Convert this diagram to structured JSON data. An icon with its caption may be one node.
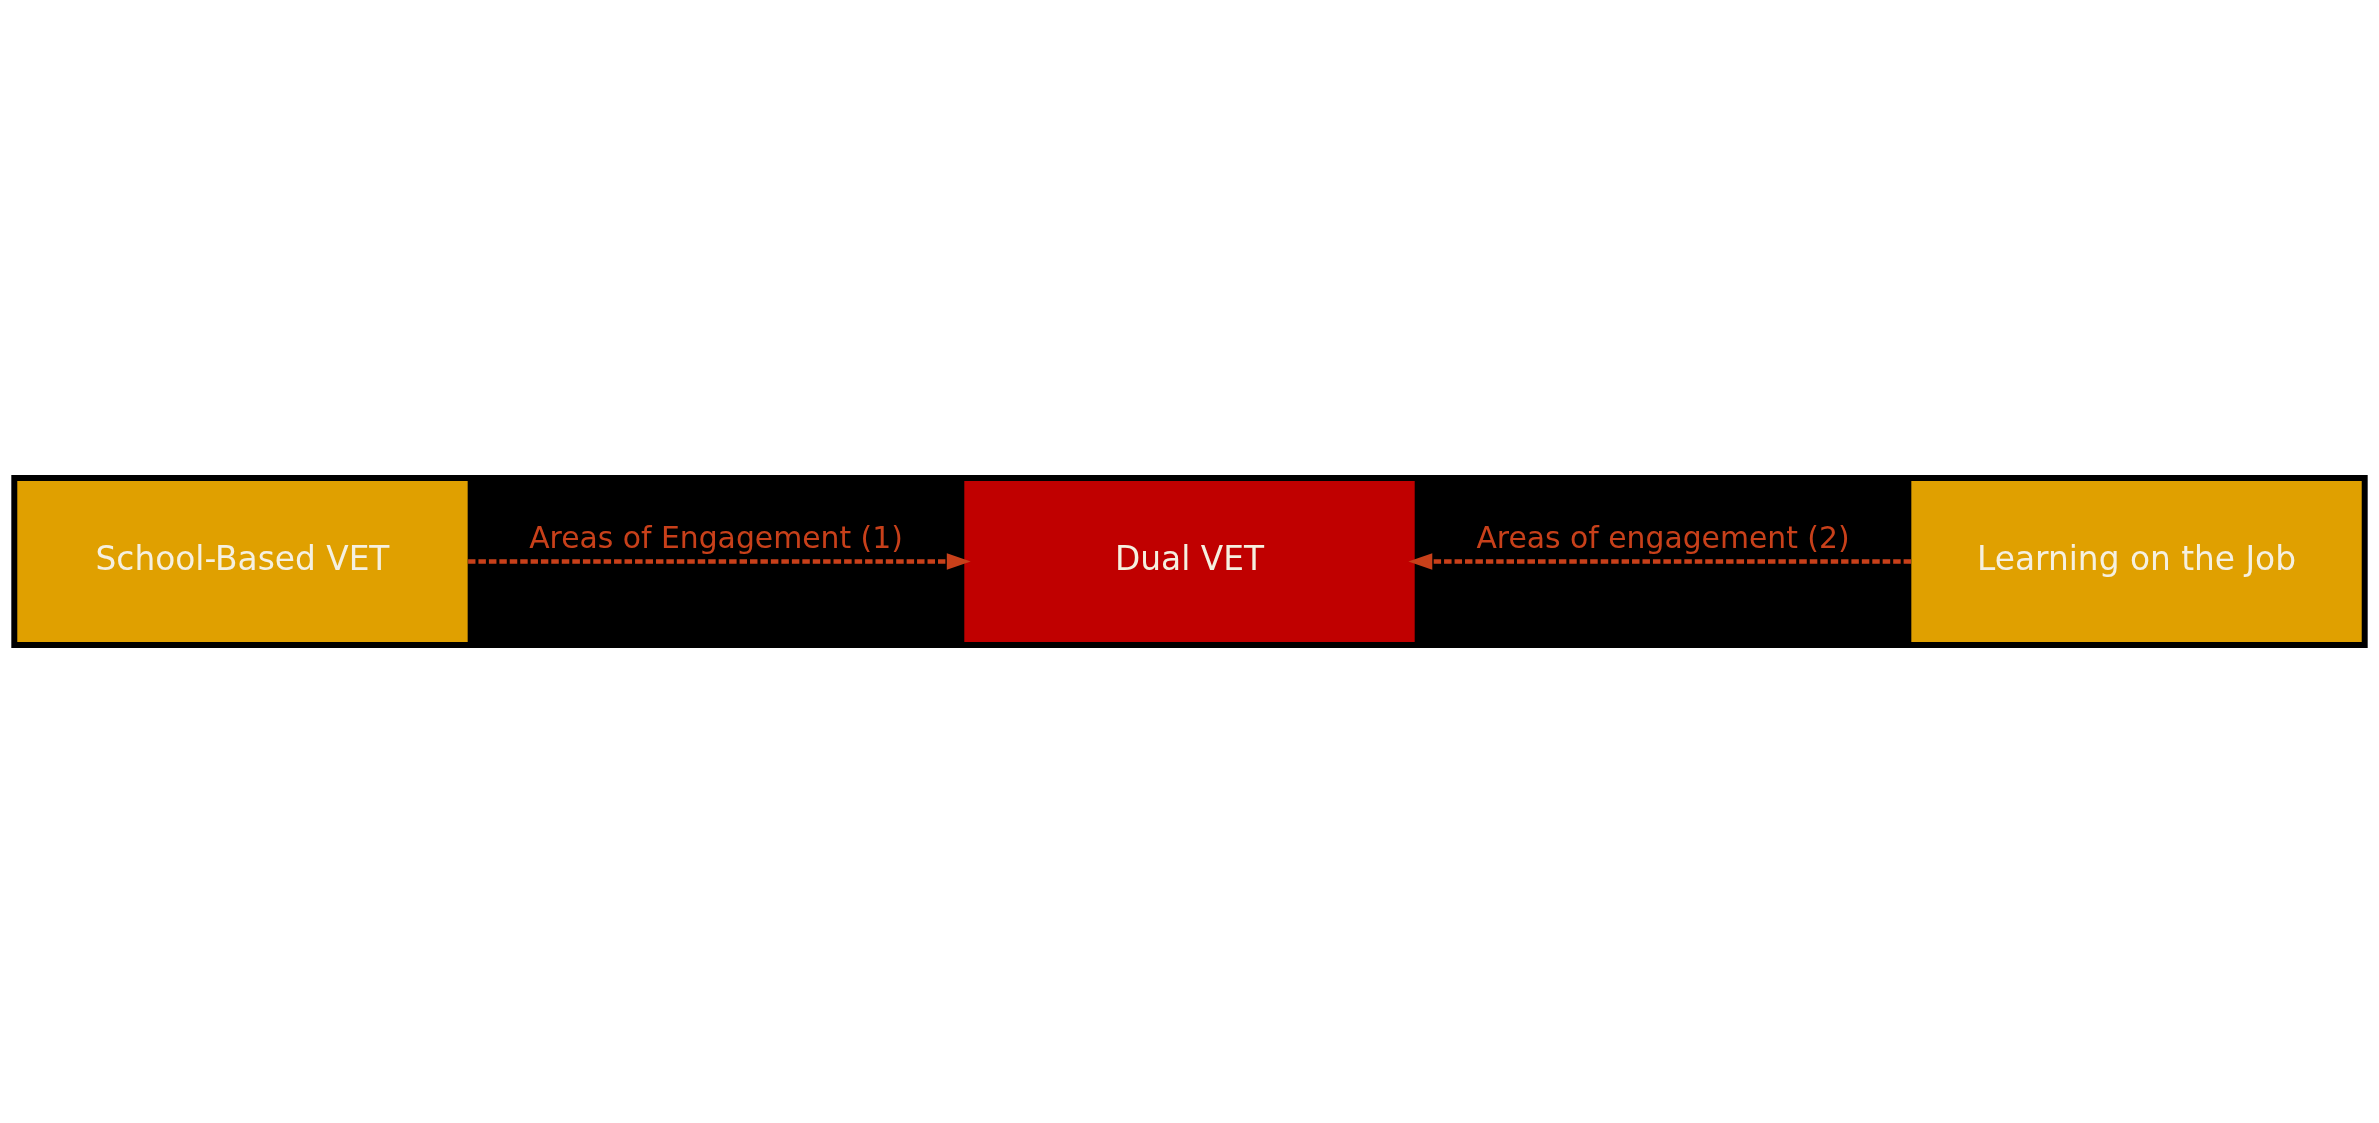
{
  "diagram": {
    "nodes": [
      {
        "text": [
          "School-Based VET"
        ]
      },
      {
        "text": [
          "Dual VET"
        ]
      },
      {
        "text": [
          "Learning on the Job"
        ]
      }
    ],
    "edges": [
      {
        "from": 0,
        "to": 1,
        "arrow": "to",
        "style": "dashed",
        "label": "Areas of Engagement (1)"
      },
      {
        "from": 2,
        "to": 1,
        "arrow": "to",
        "style": "dashed",
        "label": "Areas of engagement (2)"
      }
    ]
  }
}
